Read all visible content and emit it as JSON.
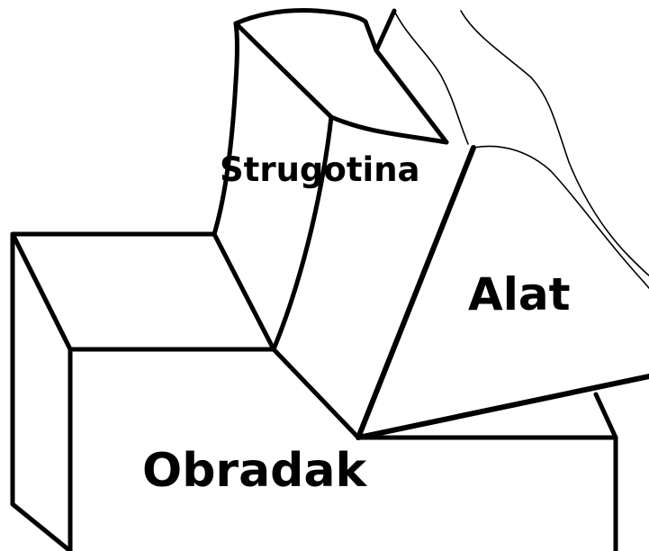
{
  "labels": {
    "chip": "Strugotina",
    "tool": "Alat",
    "workpiece": "Obradak"
  },
  "colors": {
    "stroke": "#000000",
    "background": "#ffffff"
  }
}
